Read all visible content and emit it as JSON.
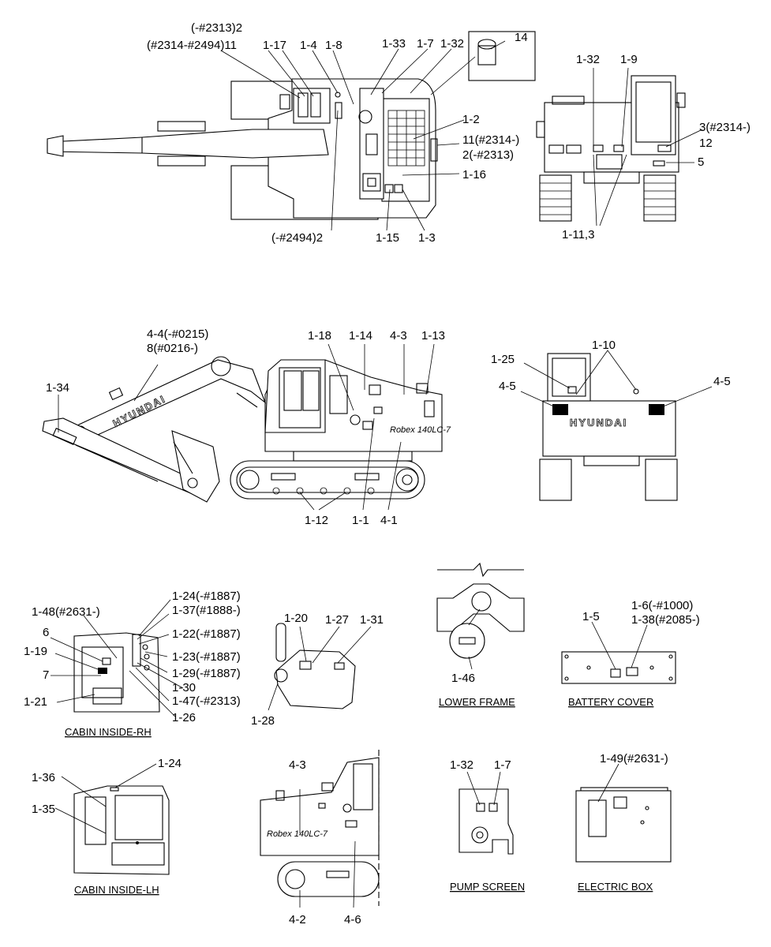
{
  "top_plan": {
    "labels": [
      "(-#2313)2",
      "(#2314-#2494)11",
      "1-17",
      "1-4",
      "1-8",
      "1-33",
      "1-7",
      "1-32",
      "14",
      "1-2",
      "11(#2314-)",
      "2(-#2313)",
      "1-16",
      "(-#2494)2",
      "1-15",
      "1-3"
    ]
  },
  "rear_top": {
    "labels": [
      "1-32",
      "1-9",
      "3(#2314-)",
      "12",
      "5",
      "1-11,3"
    ]
  },
  "side_view": {
    "labels": [
      "4-4(-#0215)",
      "8(#0216-)",
      "1-34",
      "1-18",
      "1-14",
      "4-3",
      "1-13",
      "1-12",
      "1-1",
      "4-1"
    ],
    "boom_brand": "HYUNDAI"
  },
  "rear_view": {
    "labels": [
      "1-25",
      "1-10",
      "4-5",
      "4-5"
    ],
    "brand": "HYUNDAI"
  },
  "cabin_rh": {
    "caption": "CABIN INSIDE-RH",
    "labels": [
      "1-24(-#1887)",
      "1-37(#1888-)",
      "1-48(#2631-)",
      "6",
      "1-22(-#1887)",
      "1-19",
      "1-23(-#1887)",
      "1-29(-#1887)",
      "7",
      "1-30",
      "1-47(-#2313)",
      "1-21",
      "1-26"
    ]
  },
  "console": {
    "labels": [
      "1-20",
      "1-27",
      "1-31",
      "1-28"
    ]
  },
  "lower_frame": {
    "caption": "LOWER FRAME",
    "labels": [
      "1-46"
    ]
  },
  "battery_cover": {
    "caption": "BATTERY COVER",
    "labels": [
      "1-6(-#1000)",
      "1-38(#2085-)",
      "1-5"
    ]
  },
  "cabin_lh": {
    "caption": "CABIN INSIDE-LH",
    "labels": [
      "1-24",
      "1-36",
      "1-35"
    ]
  },
  "side_partial": {
    "labels": [
      "4-3",
      "4-2",
      "4-6"
    ]
  },
  "pump_screen": {
    "caption": "PUMP SCREEN",
    "labels": [
      "1-32",
      "1-7"
    ]
  },
  "electric_box": {
    "caption": "ELECTRIC BOX",
    "labels": [
      "1-49(#2631-)"
    ]
  }
}
